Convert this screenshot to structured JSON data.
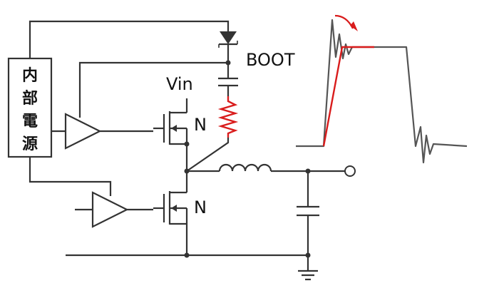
{
  "labels": {
    "internal_supply": [
      "内",
      "部",
      "電",
      "源"
    ],
    "boot": "BOOT",
    "vin": "Vin",
    "high_side_type": "N",
    "low_side_type": "N"
  },
  "colors": {
    "wire": "#333333",
    "highlight": "#d91c1c",
    "text": "#111111"
  }
}
